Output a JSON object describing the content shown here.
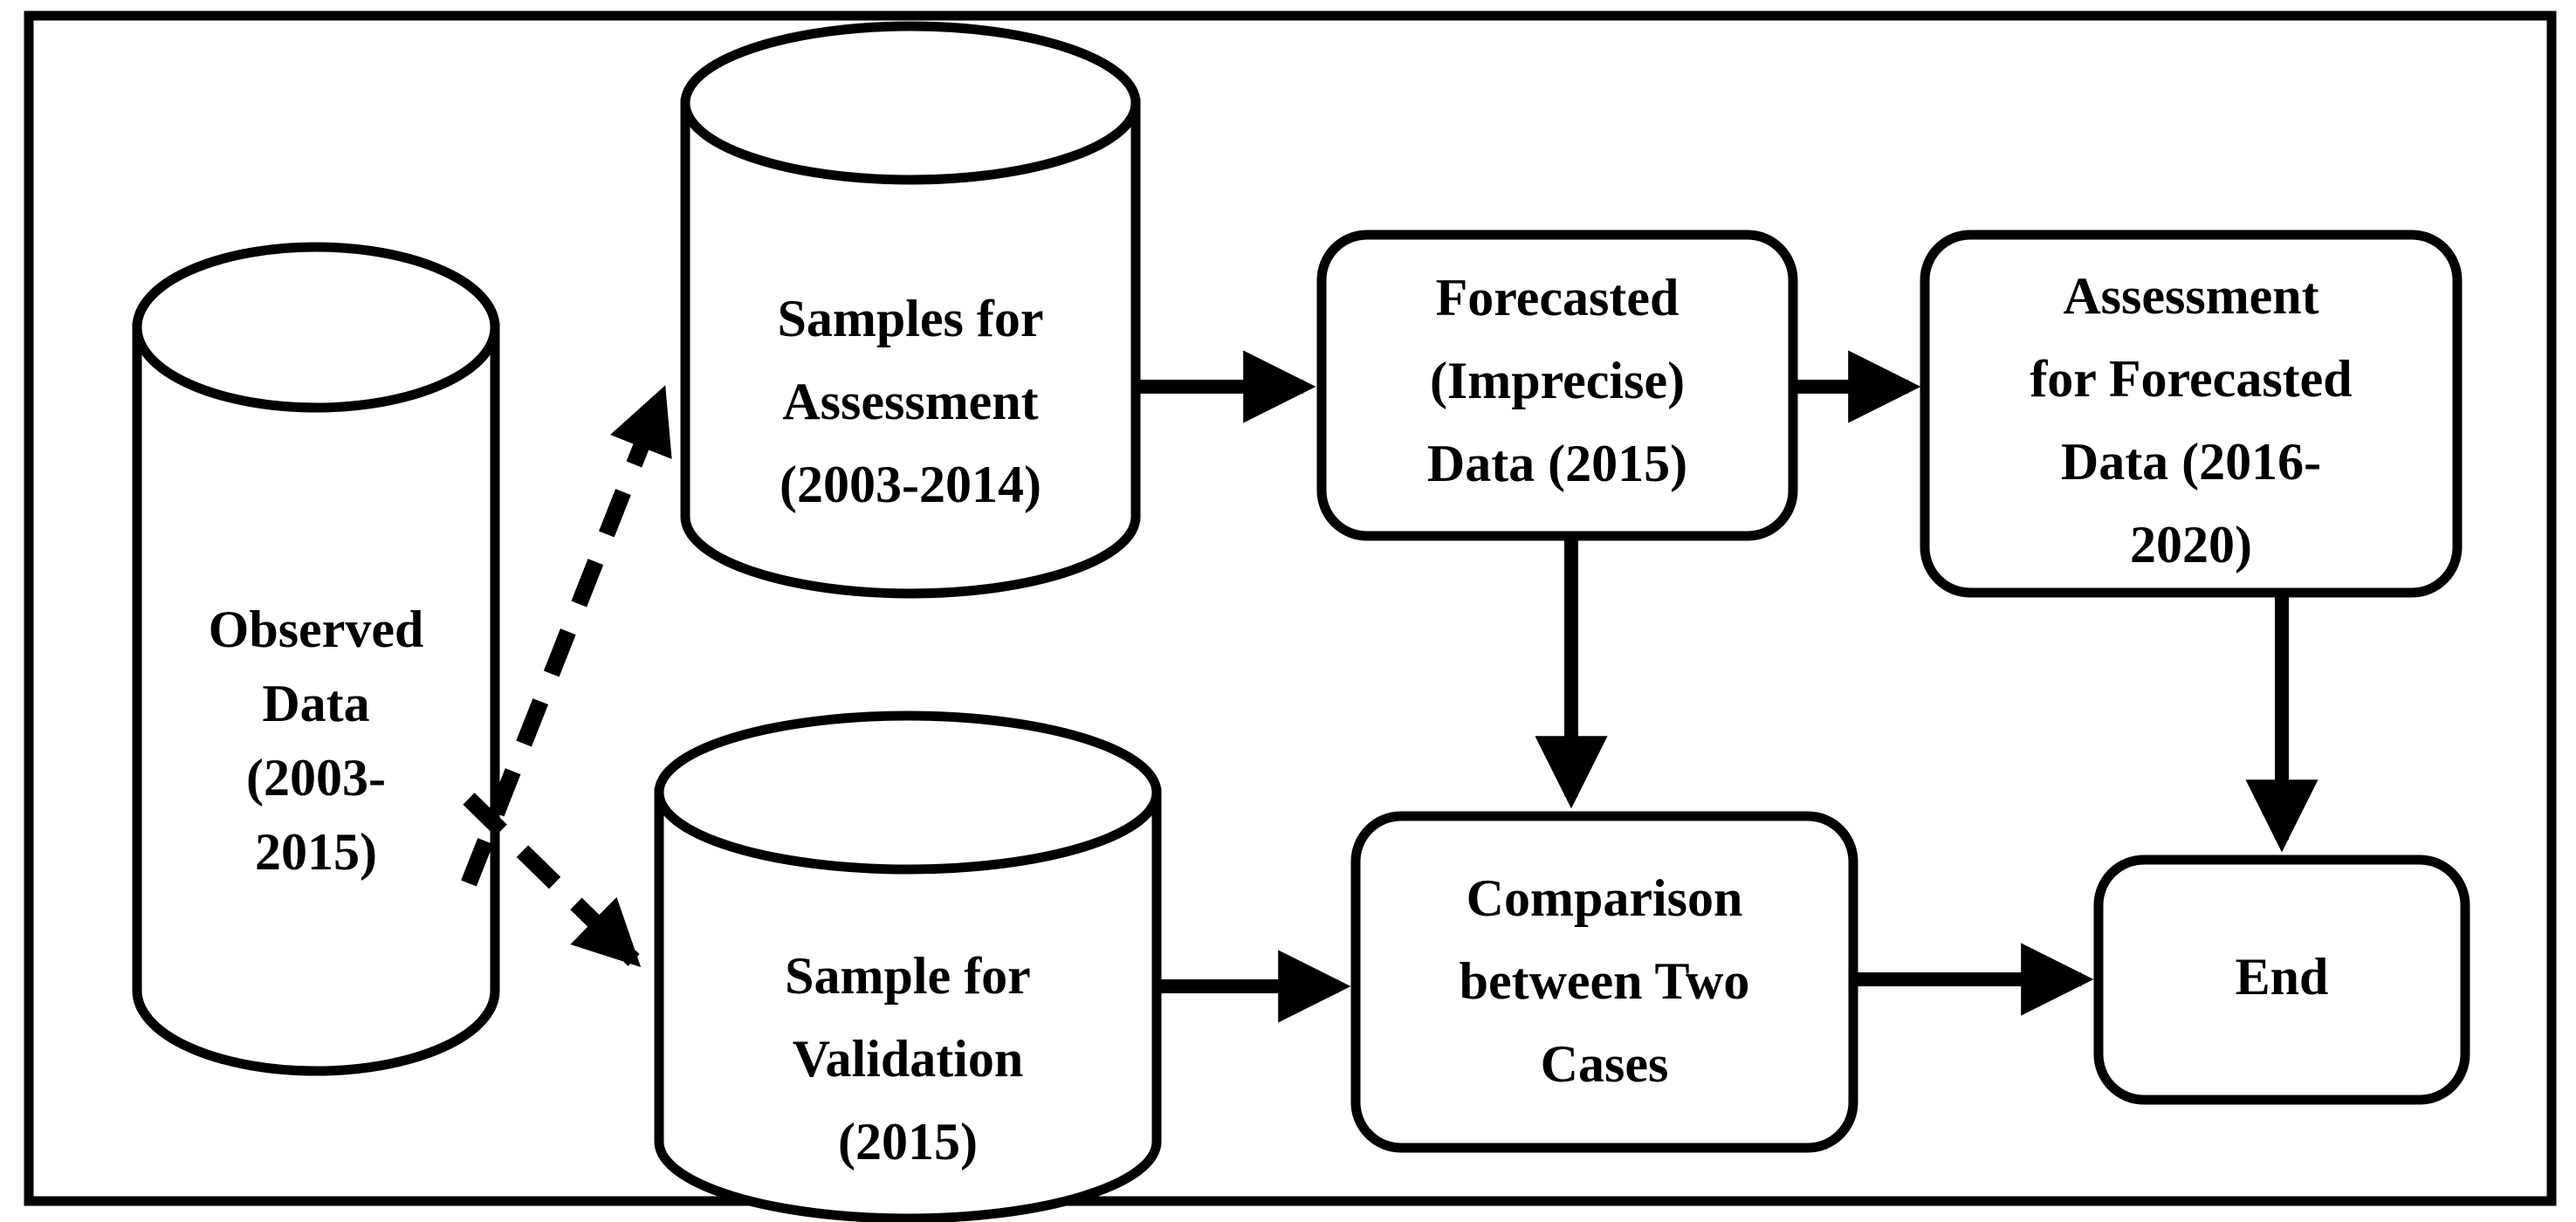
{
  "figure": {
    "type": "flowchart",
    "title": "",
    "background_color": "#ffffff",
    "line_color": "#000000",
    "border": {
      "present": true,
      "style": "solid-rectangle"
    }
  },
  "nodes": [
    {
      "id": "observed-data",
      "shape": "cylinder",
      "lines": [
        "Observed",
        "Data",
        "(2003-",
        "2015)"
      ],
      "line1": "Observed",
      "line2": "Data",
      "line3": "(2003-",
      "line4": "2015)"
    },
    {
      "id": "samples-for-assessment",
      "shape": "cylinder",
      "lines": [
        "Samples for",
        "Assessment",
        "(2003-2014)"
      ],
      "line1": "Samples for",
      "line2": "Assessment",
      "line3": "(2003-2014)"
    },
    {
      "id": "sample-for-validation",
      "shape": "cylinder",
      "lines": [
        "Sample for",
        "Validation",
        "(2015)"
      ],
      "line1": "Sample for",
      "line2": "Validation",
      "line3": "(2015)"
    },
    {
      "id": "forecasted-imprecise-data",
      "shape": "rounded-rect",
      "lines": [
        "Forecasted",
        "(Imprecise)",
        "Data (2015)"
      ],
      "line1": "Forecasted",
      "line2": "(Imprecise)",
      "line3": "Data (2015)"
    },
    {
      "id": "assessment-for-forecasted-data",
      "shape": "rounded-rect",
      "lines": [
        "Assessment",
        "for Forecasted",
        "Data (2016-",
        "2020)"
      ],
      "line1": "Assessment",
      "line2": "for Forecasted",
      "line3": "Data (2016-",
      "line4": "2020)"
    },
    {
      "id": "comparison-between-two-cases",
      "shape": "rounded-rect",
      "lines": [
        "Comparison",
        "between Two",
        "Cases"
      ],
      "line1": "Comparison",
      "line2": "between Two",
      "line3": "Cases"
    },
    {
      "id": "end",
      "shape": "rounded-rect",
      "lines": [
        "End"
      ],
      "line1": "End"
    }
  ],
  "edges": [
    {
      "id": "observed-to-samples",
      "from": "observed-data",
      "to": "samples-for-assessment",
      "style": "dashed",
      "direction": "up-right"
    },
    {
      "id": "observed-to-validation",
      "from": "observed-data",
      "to": "sample-for-validation",
      "style": "dashed",
      "direction": "down-right"
    },
    {
      "id": "samples-to-forecasted",
      "from": "samples-for-assessment",
      "to": "forecasted-imprecise-data",
      "style": "solid",
      "direction": "right"
    },
    {
      "id": "forecasted-to-assessment",
      "from": "forecasted-imprecise-data",
      "to": "assessment-for-forecasted-data",
      "style": "solid",
      "direction": "right"
    },
    {
      "id": "forecasted-to-comparison",
      "from": "forecasted-imprecise-data",
      "to": "comparison-between-two-cases",
      "style": "solid",
      "direction": "down"
    },
    {
      "id": "assessment-to-end",
      "from": "assessment-for-forecasted-data",
      "to": "end",
      "style": "solid",
      "direction": "down"
    },
    {
      "id": "validation-to-comparison",
      "from": "sample-for-validation",
      "to": "comparison-between-two-cases",
      "style": "solid",
      "direction": "right"
    },
    {
      "id": "comparison-to-end",
      "from": "comparison-between-two-cases",
      "to": "end",
      "style": "solid",
      "direction": "right"
    }
  ]
}
